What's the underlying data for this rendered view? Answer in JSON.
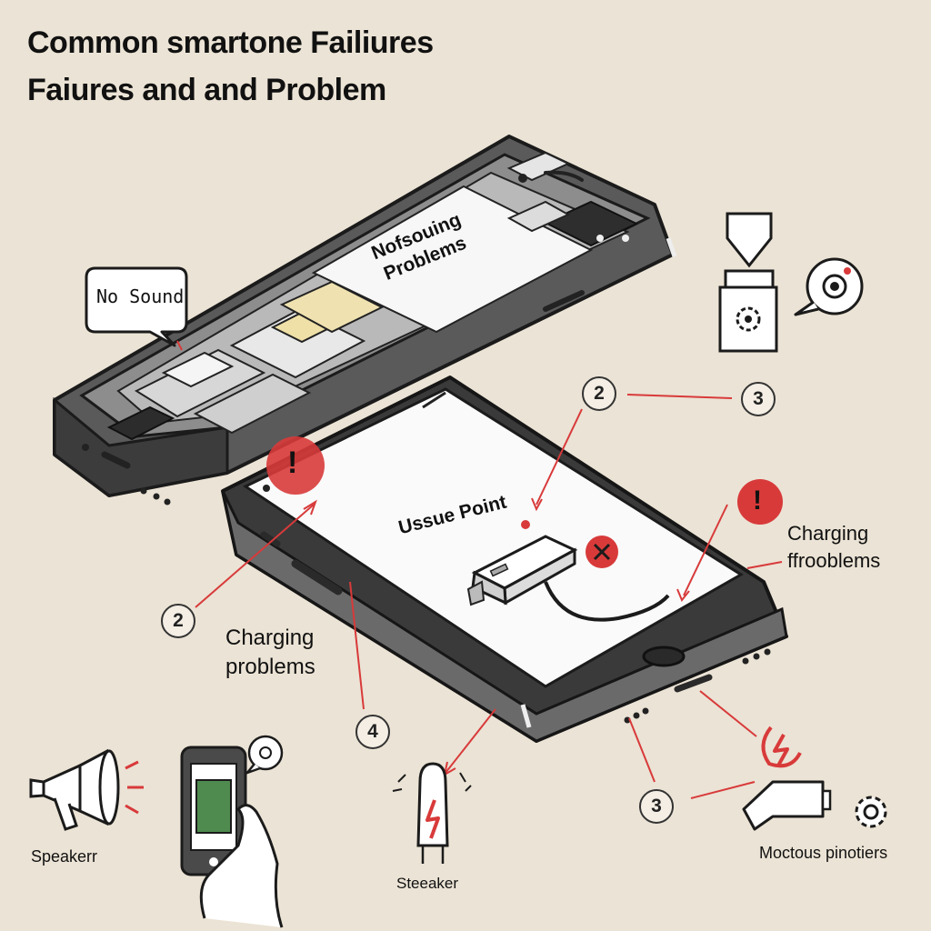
{
  "title_line1": "Common smartone Failiures",
  "title_line2": "Faiures and and Problem",
  "callout_no_sound": "No Sound",
  "back_phone_label": {
    "line1": "Nofsouing",
    "line2": "Problems"
  },
  "screen_label": "Ussue Point",
  "charging_right": {
    "line1": "Charging",
    "line2": "ffrooblems"
  },
  "charging_left": {
    "line1": "Charging",
    "line2": "problems"
  },
  "numbers": {
    "top_left": "2",
    "top_right": "3",
    "left": "2",
    "middle_bottom": "4",
    "bottom_right": "3"
  },
  "bottom_labels": {
    "speaker": "Speakerr",
    "steeaker": "Steeaker",
    "moctous": "Moctous pinotiers"
  },
  "alert_mark": "!",
  "colors": {
    "background": "#ebe3d5",
    "accent_red": "#d83a3a",
    "phone_body": "#4a4a4a",
    "screen": "#fafafa",
    "circuit_gray": "#b9b9b9"
  }
}
